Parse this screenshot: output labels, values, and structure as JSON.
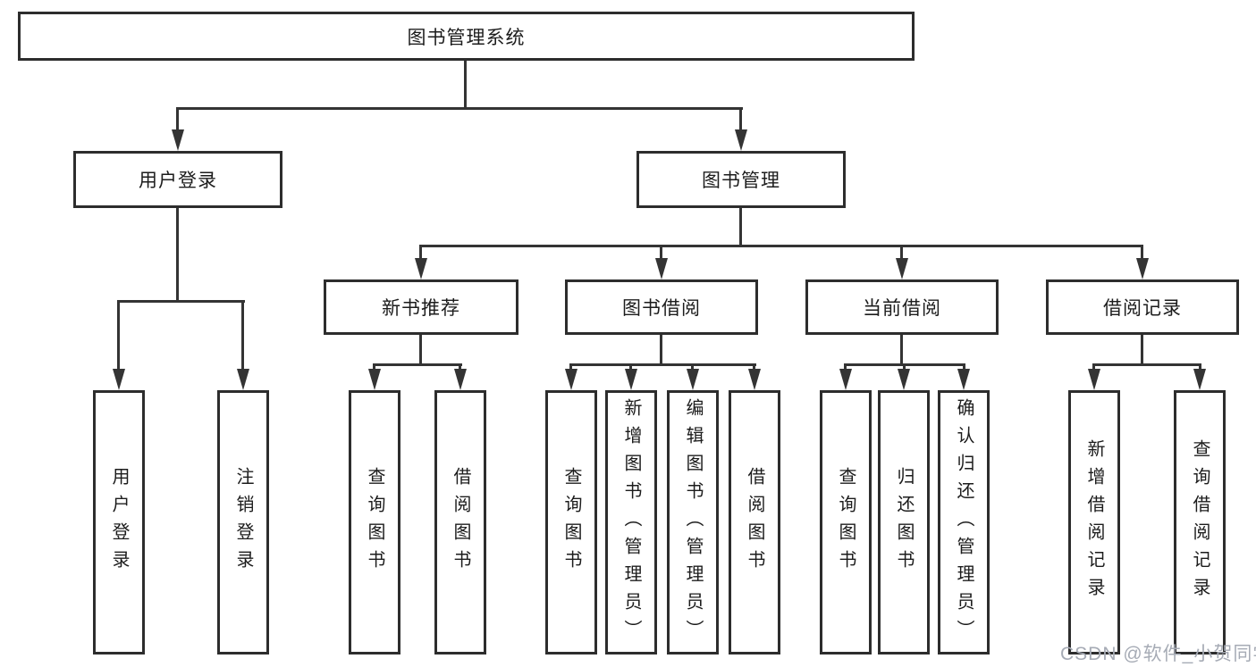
{
  "tree": {
    "root": {
      "label": "图书管理系统"
    },
    "branches": [
      {
        "label": "用户登录",
        "children": [
          {
            "label": "用户登录"
          },
          {
            "label": "注销登录"
          }
        ]
      },
      {
        "label": "图书管理",
        "sections": [
          {
            "label": "新书推荐",
            "children": [
              {
                "label": "查询图书"
              },
              {
                "label": "借阅图书"
              }
            ]
          },
          {
            "label": "图书借阅",
            "children": [
              {
                "label": "查询图书"
              },
              {
                "label": "新增图书（管理员）"
              },
              {
                "label": "编辑图书（管理员）"
              },
              {
                "label": "借阅图书"
              }
            ]
          },
          {
            "label": "当前借阅",
            "children": [
              {
                "label": "查询图书"
              },
              {
                "label": "归还图书"
              },
              {
                "label": "确认归还（管理员）"
              }
            ]
          },
          {
            "label": "借阅记录",
            "children": [
              {
                "label": "新增借阅记录"
              },
              {
                "label": "查询借阅记录"
              }
            ]
          }
        ]
      }
    ]
  },
  "watermark": {
    "text": "CSDN @软件_小贺同学",
    "color": "#a6abb5"
  },
  "colors": {
    "line": "#343434",
    "border": "#2d2d2d",
    "text": "#1c1c1c",
    "background": "#ffffff"
  }
}
